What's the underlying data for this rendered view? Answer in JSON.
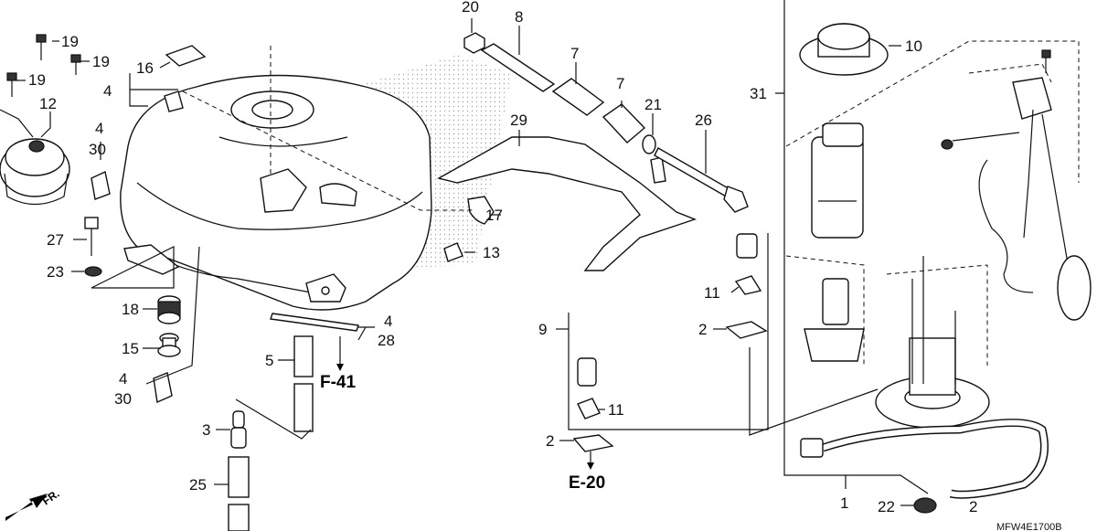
{
  "diagram": {
    "labels": {
      "l1": "1",
      "l2a": "2",
      "l2b": "2",
      "l2c": "2",
      "l3": "3",
      "l4a": "4",
      "l4b": "4",
      "l4c": "4",
      "l4d": "4",
      "l5": "5",
      "l7a": "7",
      "l7b": "7",
      "l8": "8",
      "l9": "9",
      "l10": "10",
      "l11a": "11",
      "l11b": "11",
      "l12": "12",
      "l13": "13",
      "l15": "15",
      "l16": "16",
      "l17": "17",
      "l18": "18",
      "l19a": "19",
      "l19b": "19",
      "l19c": "19",
      "l20": "20",
      "l21": "21",
      "l22": "22",
      "l23": "23",
      "l25": "25",
      "l26": "26",
      "l27": "27",
      "l28": "28",
      "l29": "29",
      "l30a": "30",
      "l30b": "30",
      "l31": "31"
    },
    "refs": {
      "f41": "F-41",
      "e20": "E-20"
    },
    "front_marker": "FR.",
    "code": "MFW4E1700B"
  }
}
